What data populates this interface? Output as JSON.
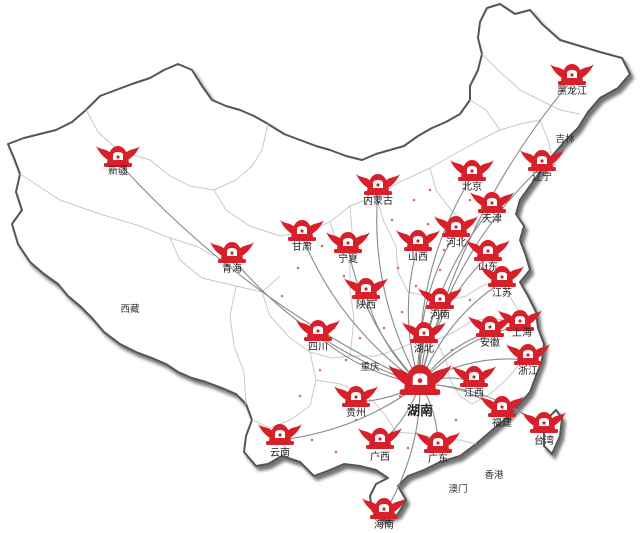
{
  "hub": {
    "name": "湖南",
    "color": "#d7202a"
  },
  "colors": {
    "marker": "#d7202a",
    "route": "#8a8a8a",
    "outline": "#555555",
    "land": "#ffffff",
    "dots": "#e16a6a"
  },
  "icon": "winged-red-bell-icon",
  "provinces_with_markers": [
    {
      "id": "heilongjiang",
      "name": "黑龙江"
    },
    {
      "id": "xinjiang",
      "name": "新疆"
    },
    {
      "id": "beijing",
      "name": "北京"
    },
    {
      "id": "liaoning",
      "name": "辽宁"
    },
    {
      "id": "neimenggu",
      "name": "内蒙古"
    },
    {
      "id": "tianjin",
      "name": "天津"
    },
    {
      "id": "gansu",
      "name": "甘肃"
    },
    {
      "id": "ningxia",
      "name": "宁夏"
    },
    {
      "id": "shanxi",
      "name": "山西"
    },
    {
      "id": "hebei",
      "name": "河北"
    },
    {
      "id": "qinghai",
      "name": "青海"
    },
    {
      "id": "shandong",
      "name": "山东"
    },
    {
      "id": "jiangsu",
      "name": "江苏"
    },
    {
      "id": "shaanxi",
      "name": "陕西"
    },
    {
      "id": "henan",
      "name": "河南"
    },
    {
      "id": "shanghai",
      "name": "上海"
    },
    {
      "id": "sichuan",
      "name": "四川"
    },
    {
      "id": "hubei",
      "name": "湖北"
    },
    {
      "id": "anhui",
      "name": "安徽"
    },
    {
      "id": "zhejiang",
      "name": "浙江"
    },
    {
      "id": "jiangxi",
      "name": "江西"
    },
    {
      "id": "guizhou",
      "name": "贵州"
    },
    {
      "id": "fujian",
      "name": "福建"
    },
    {
      "id": "taiwan",
      "name": "台湾"
    },
    {
      "id": "yunnan",
      "name": "云南"
    },
    {
      "id": "guangxi",
      "name": "广西"
    },
    {
      "id": "guangdong",
      "name": "广东"
    },
    {
      "id": "hainan",
      "name": "海南"
    }
  ],
  "plain_labels": [
    {
      "id": "jilin",
      "name": "吉林"
    },
    {
      "id": "xizang",
      "name": "西藏"
    },
    {
      "id": "chongqing",
      "name": "重庆"
    },
    {
      "id": "xianggang",
      "name": "香港"
    },
    {
      "id": "aomen",
      "name": "澳门"
    }
  ]
}
